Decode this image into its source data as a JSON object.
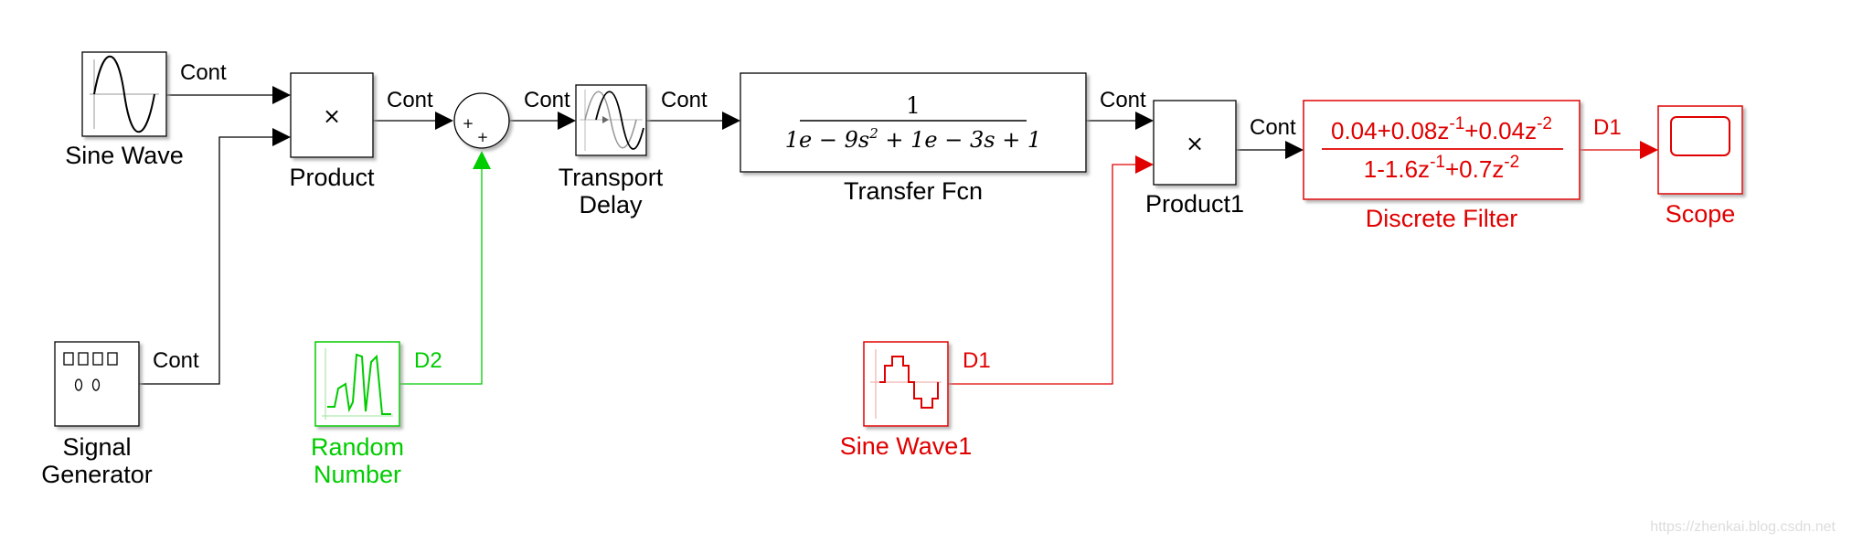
{
  "blocks": {
    "sine_wave": {
      "name": "Sine Wave"
    },
    "signal_generator": {
      "name_line1": "Signal",
      "name_line2": "Generator"
    },
    "product": {
      "name": "Product",
      "symbol": "×"
    },
    "sum": {
      "signs_left": "+",
      "signs_bottom": "+"
    },
    "random_number": {
      "name_line1": "Random",
      "name_line2": "Number"
    },
    "transport_delay": {
      "name_line1": "Transport",
      "name_line2": "Delay"
    },
    "transfer_fcn": {
      "name": "Transfer Fcn",
      "numerator": "1",
      "denominator_a": "1e − 9s",
      "denominator_exp": "2",
      "denominator_b": " + 1e − 3s + 1"
    },
    "product1": {
      "name": "Product1",
      "symbol": "×"
    },
    "sine_wave1": {
      "name": "Sine Wave1"
    },
    "discrete_filter": {
      "name": "Discrete Filter",
      "num_a": "0.04+0.08z",
      "num_a_exp": "-1",
      "num_b": "+0.04z",
      "num_b_exp": "-2",
      "den_a": "1-1.6z",
      "den_a_exp": "-1",
      "den_b": "+0.7z",
      "den_b_exp": "-2"
    },
    "scope": {
      "name": "Scope"
    }
  },
  "rates": {
    "sine_out": "Cont",
    "siggen_out": "Cont",
    "product_out": "Cont",
    "sum_out": "Cont",
    "delay_out": "Cont",
    "tf_out": "Cont",
    "product1_out": "Cont",
    "random_out": "D2",
    "sine1_out": "D1",
    "filter_out": "D1"
  },
  "watermark": "https://zhenkai.blog.csdn.net",
  "colors": {
    "black": "#000000",
    "red": "#e00000",
    "green": "#00cc00"
  }
}
